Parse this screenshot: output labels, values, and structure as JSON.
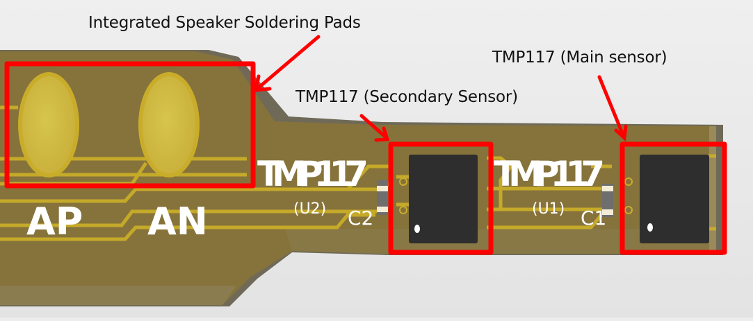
{
  "annotations": {
    "speaker_pads": "Integrated Speaker Soldering Pads",
    "secondary_sensor": "TMP117 (Secondary Sensor)",
    "main_sensor": "TMP117 (Main sensor)"
  },
  "silkscreen": {
    "pad_ap": "AP",
    "pad_an": "AN",
    "u2_part": "TMP117",
    "u2_ref": "(U2)",
    "c2_ref": "C2",
    "u1_part": "TMP117",
    "u1_ref": "(U1)",
    "c1_ref": "C1"
  },
  "colors": {
    "background": "#ededed",
    "pcb_body": "#86733b",
    "pcb_edge": "#6f6a58",
    "copper_trace": "#c9ad2a",
    "pad_fill": "#d2bd44",
    "silkscreen": "#ffffff",
    "ic_package": "#2e2e2e",
    "highlight": "#ff0000"
  }
}
